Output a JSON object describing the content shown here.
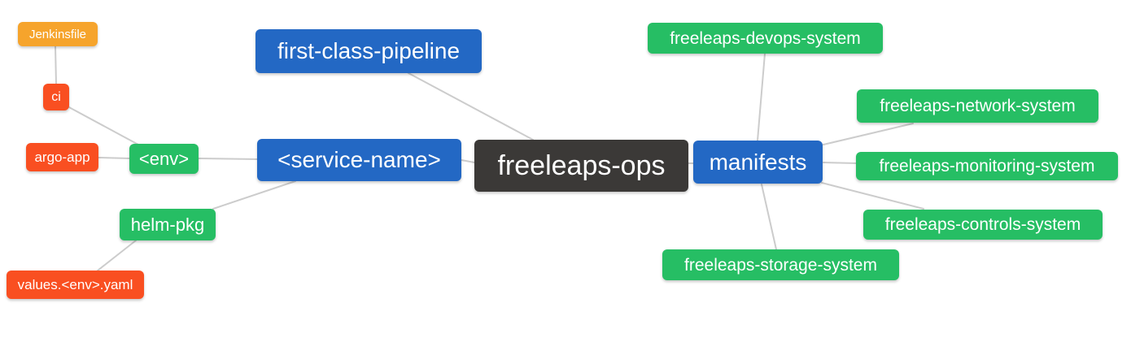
{
  "diagram": {
    "type": "mindmap",
    "root_label": "freeleaps-ops",
    "background": "#ffffff",
    "edge_color": "#cccccc",
    "text_color": "#ffffff",
    "palette": {
      "orange": "#f6a42c",
      "red": "#f94f21",
      "green": "#26be64",
      "blue": "#2368c4",
      "dark": "#3b3937"
    },
    "nodes": [
      {
        "id": "jenkinsfile",
        "label": "Jenkinsfile",
        "role": "orange"
      },
      {
        "id": "ci",
        "label": "ci",
        "role": "red"
      },
      {
        "id": "argo-app",
        "label": "argo-app",
        "role": "red"
      },
      {
        "id": "env",
        "label": "<env>",
        "role": "green"
      },
      {
        "id": "helm-pkg",
        "label": "helm-pkg",
        "role": "green"
      },
      {
        "id": "values-env-yaml",
        "label": "values.<env>.yaml",
        "role": "red"
      },
      {
        "id": "first-class-pipeline",
        "label": "first-class-pipeline",
        "role": "blue"
      },
      {
        "id": "service-name",
        "label": "<service-name>",
        "role": "blue"
      },
      {
        "id": "freeleaps-ops",
        "label": "freeleaps-ops",
        "role": "dark"
      },
      {
        "id": "manifests",
        "label": "manifests",
        "role": "blue"
      },
      {
        "id": "freeleaps-devops-system",
        "label": "freeleaps-devops-system",
        "role": "green"
      },
      {
        "id": "freeleaps-network-system",
        "label": "freeleaps-network-system",
        "role": "green"
      },
      {
        "id": "freeleaps-monitoring-system",
        "label": "freeleaps-monitoring-system",
        "role": "green"
      },
      {
        "id": "freeleaps-controls-system",
        "label": "freeleaps-controls-system",
        "role": "green"
      },
      {
        "id": "freeleaps-storage-system",
        "label": "freeleaps-storage-system",
        "role": "green"
      }
    ],
    "edges": [
      [
        "jenkinsfile",
        "ci"
      ],
      [
        "ci",
        "env"
      ],
      [
        "argo-app",
        "env"
      ],
      [
        "env",
        "service-name"
      ],
      [
        "helm-pkg",
        "service-name"
      ],
      [
        "values-env-yaml",
        "helm-pkg"
      ],
      [
        "first-class-pipeline",
        "freeleaps-ops"
      ],
      [
        "service-name",
        "freeleaps-ops"
      ],
      [
        "freeleaps-ops",
        "manifests"
      ],
      [
        "manifests",
        "freeleaps-devops-system"
      ],
      [
        "manifests",
        "freeleaps-network-system"
      ],
      [
        "manifests",
        "freeleaps-monitoring-system"
      ],
      [
        "manifests",
        "freeleaps-controls-system"
      ],
      [
        "manifests",
        "freeleaps-storage-system"
      ]
    ]
  }
}
